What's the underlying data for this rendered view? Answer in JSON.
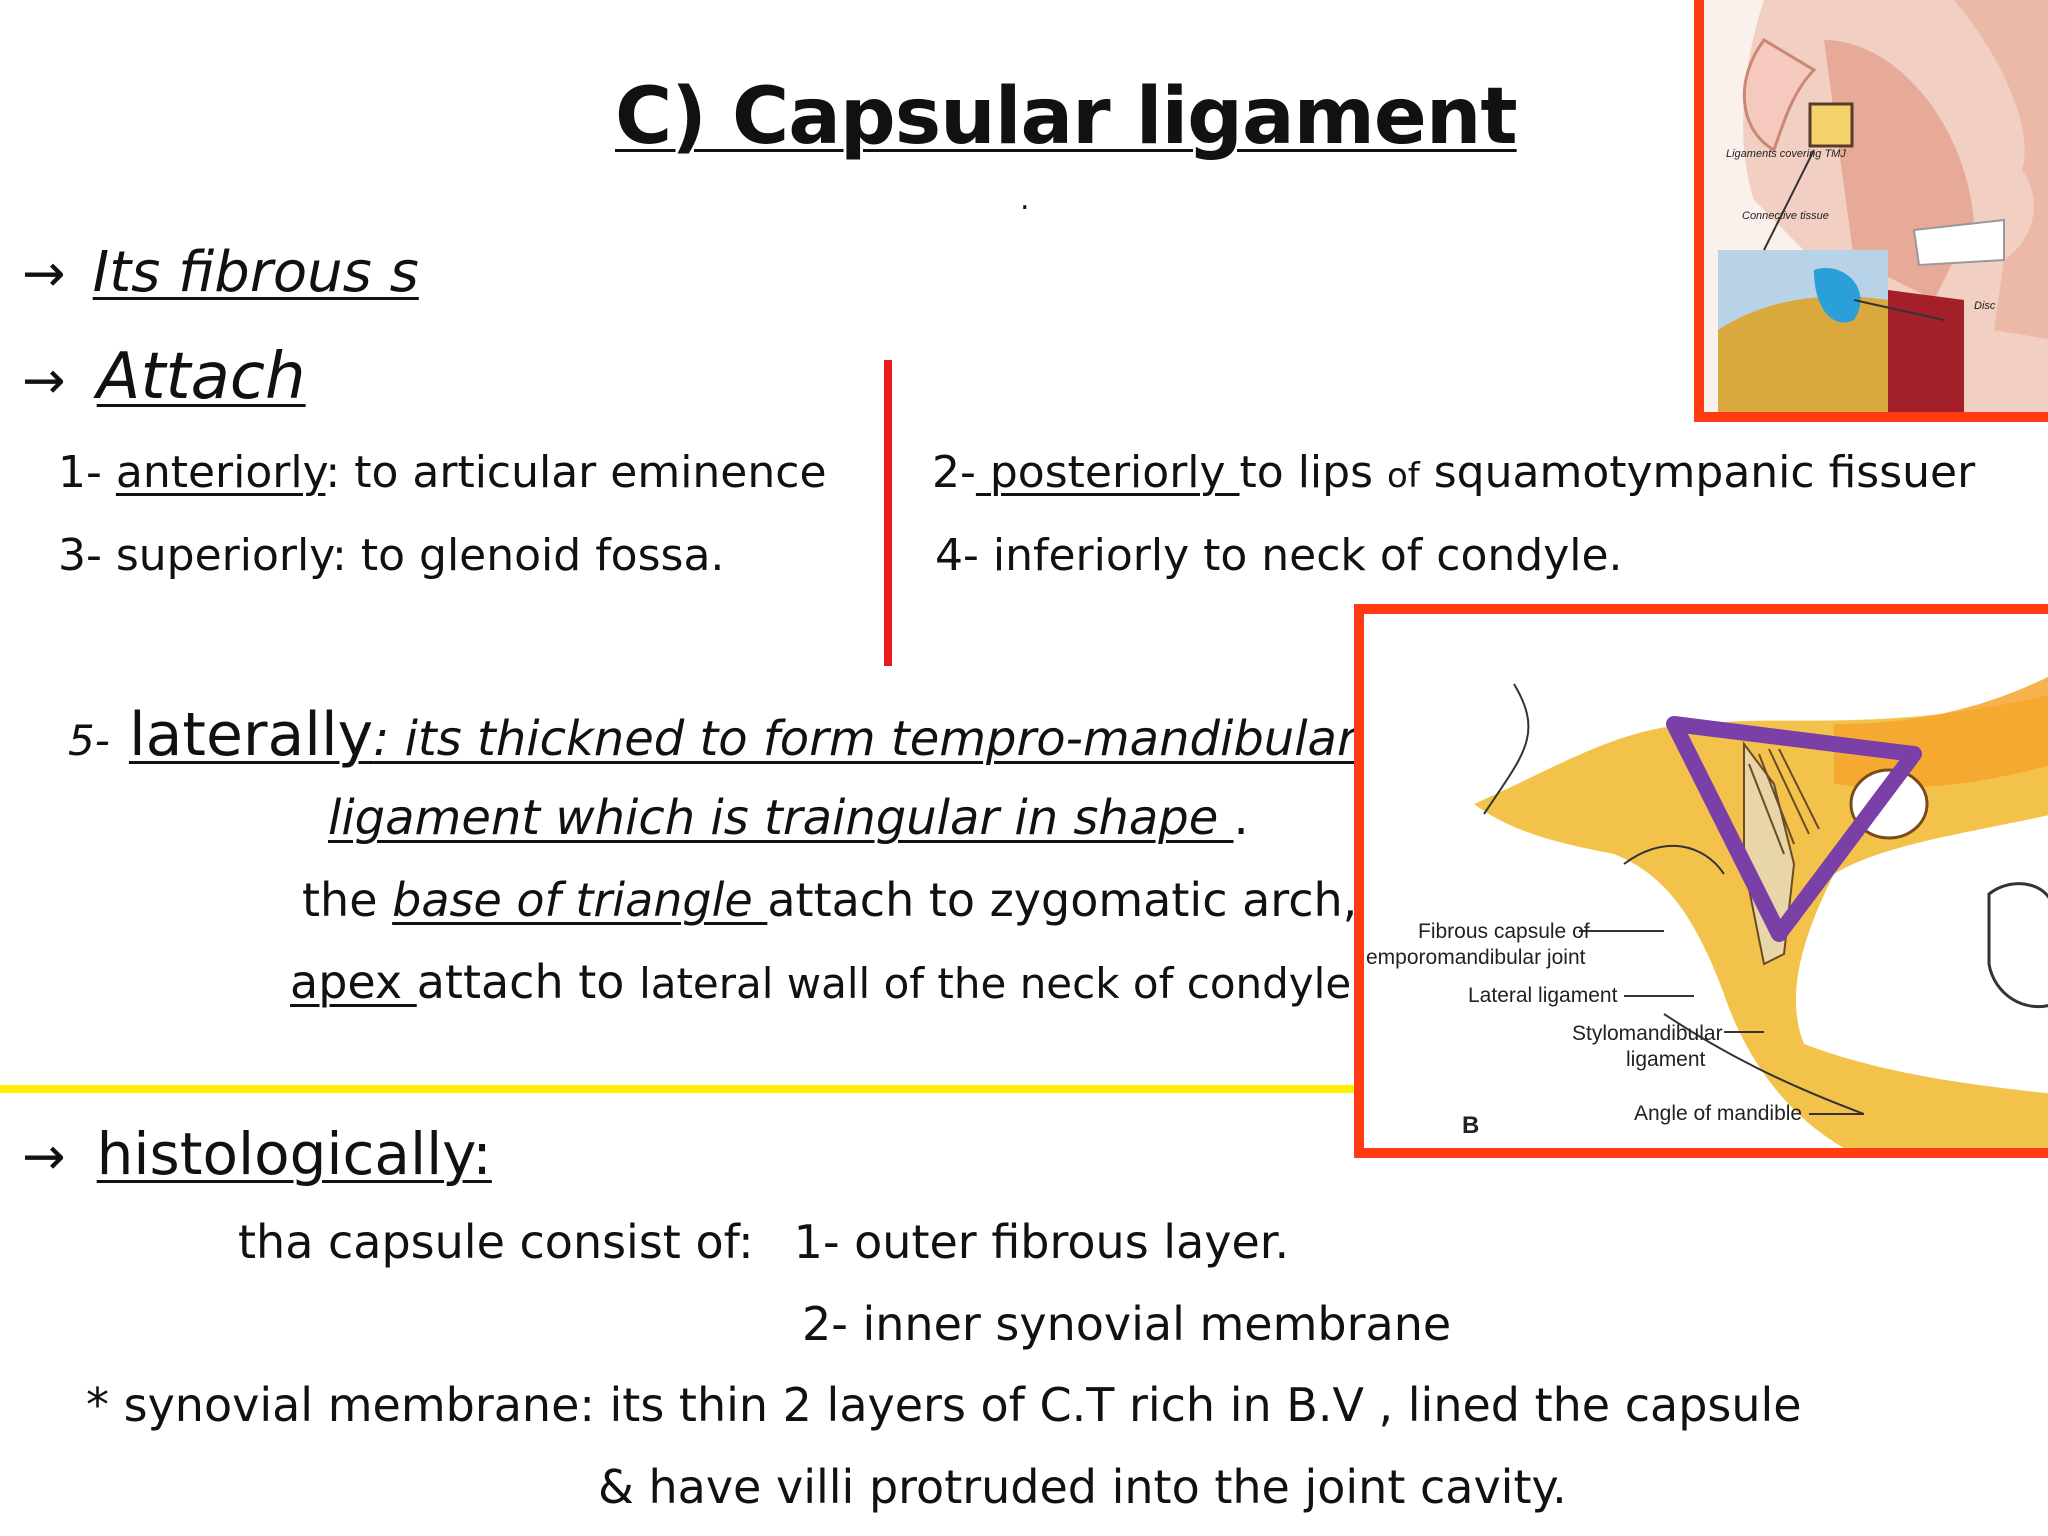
{
  "title": "C)   Capsular ligament",
  "title_dot": ".",
  "arrow": "→",
  "fibrous": "Its fibrous s",
  "attach": "Attach",
  "attach_items": {
    "i1_num": "1- ",
    "i1_word": "anteriorly",
    "i1_rest": ": to articular eminence",
    "i2_num": "2-",
    "i2_word": " posteriorly ",
    "i2_rest1": "to lips ",
    "i2_of": "of",
    "i2_rest2": " squamotympanic fissuer",
    "i3": "3- superiorly: to glenoid fossa.",
    "i4": "4- inferiorly to neck of condyle."
  },
  "laterally": {
    "num": "5-",
    "word": "laterally",
    "rest1": ": its thickned to form tempro-mandibular",
    "line2": "ligament which is traingular in shape ",
    "line2_end": ".",
    "base_pre": "the ",
    "base_word": "base of triangle ",
    "base_rest": "attach to zygomatic arch,",
    "apex_word": "apex ",
    "apex_mid": "attach to ",
    "apex_rest": "lateral wall of the neck of condyle."
  },
  "histo": {
    "heading": "histologically:",
    "consist": "tha capsule consist of:",
    "layer1": "1- outer fibrous layer.",
    "layer2": "2- inner synovial membrane",
    "syn1": "* synovial membrane: its thin 2 layers of C.T rich in B.V , lined the capsule",
    "syn2": "& have villi protruded into the joint cavity."
  },
  "figure_top": {
    "label1": "Ligaments covering TMJ",
    "label2": "Connective tissue",
    "label3": "Disc"
  },
  "figure_bottom": {
    "label1": "Fibrous capsule of",
    "label2": "emporomandibular joint",
    "label3": "Lateral ligament",
    "label4": "Stylomandibular",
    "label5": "ligament",
    "label6": "Angle of mandible",
    "label7": "B"
  },
  "colors": {
    "frame": "#ff3b14",
    "divider": "#e81c1c",
    "rule": "#fff000",
    "triangle": "#7b3fa8"
  }
}
